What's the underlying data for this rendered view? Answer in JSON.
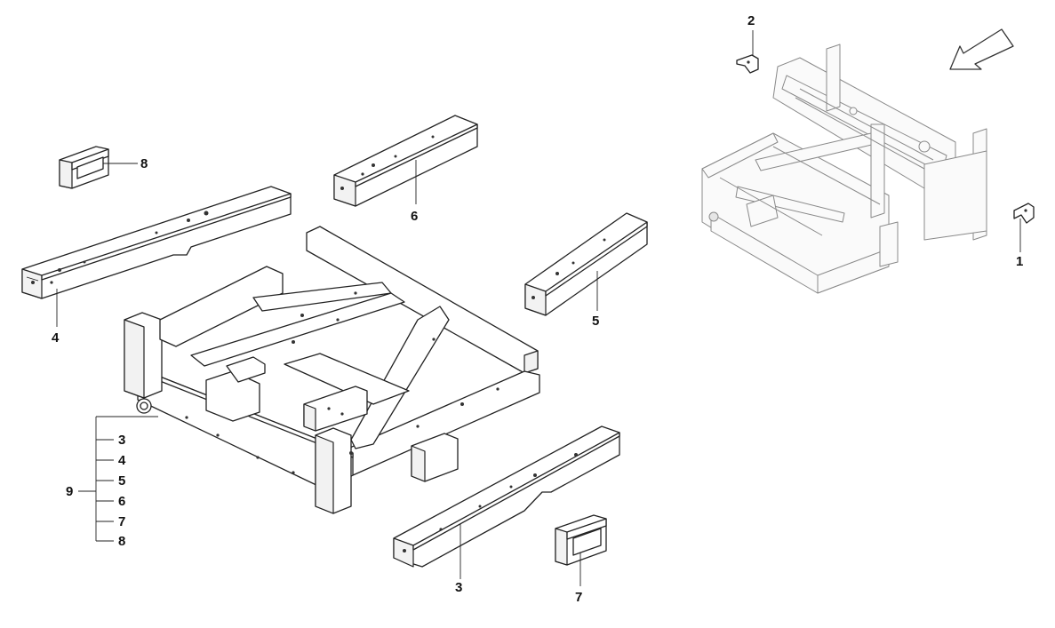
{
  "callouts": {
    "c1": "1",
    "c2": "2",
    "c3_part": "3",
    "c4_part": "4",
    "c5_part": "5",
    "c6_part": "6",
    "c7_part": "7",
    "c8_part": "8",
    "c9": "9"
  },
  "assembly_group": {
    "items": [
      "3",
      "4",
      "5",
      "6",
      "7",
      "8"
    ]
  },
  "colors": {
    "line": "#222222",
    "ghost": "#8a8a8a",
    "background": "#ffffff"
  },
  "icons": {
    "direction_arrow": "front-direction-arrow-icon"
  }
}
